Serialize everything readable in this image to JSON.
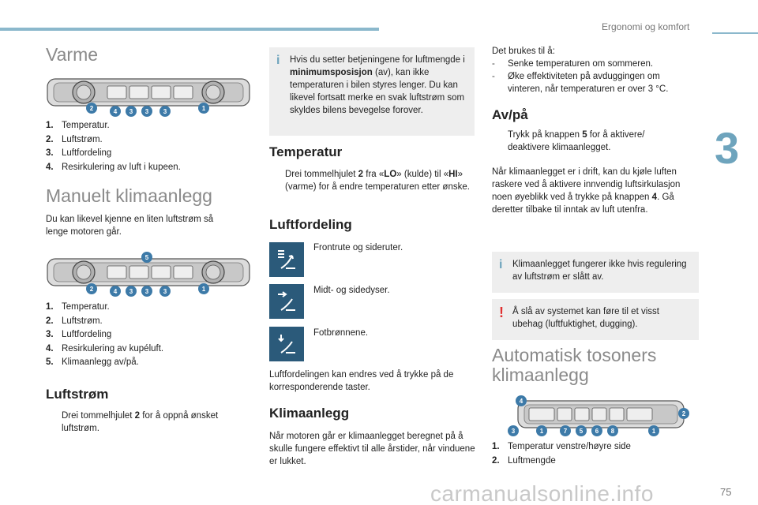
{
  "header": {
    "title": "Ergonomi og komfort",
    "chapter": "3",
    "page_number": "75"
  },
  "watermark": "carmanualsonline.info",
  "varme": {
    "heading": "Varme",
    "callouts": [
      "2",
      "4",
      "3",
      "3",
      "3",
      "1"
    ],
    "items": [
      {
        "num": "1.",
        "text": "Temperatur."
      },
      {
        "num": "2.",
        "text": "Luftstrøm."
      },
      {
        "num": "3.",
        "text": "Luftfordeling"
      },
      {
        "num": "4.",
        "text": "Resirkulering av luft i kupeen."
      }
    ]
  },
  "manuelt": {
    "heading": "Manuelt klimaanlegg",
    "intro": "Du kan likevel kjenne en liten luftstrøm så lenge motoren går.",
    "callouts": [
      "5",
      "2",
      "4",
      "3",
      "3",
      "3",
      "1"
    ],
    "items": [
      {
        "num": "1.",
        "text": "Temperatur."
      },
      {
        "num": "2.",
        "text": "Luftstrøm."
      },
      {
        "num": "3.",
        "text": "Luftfordeling"
      },
      {
        "num": "4.",
        "text": "Resirkulering av kupéluft."
      },
      {
        "num": "5.",
        "text": "Klimaanlegg av/på."
      }
    ]
  },
  "luftstrom": {
    "heading": "Luftstrøm",
    "bullet_mark": "",
    "text_a": "Drei tommelhjulet ",
    "text_b": "2",
    "text_c": " for å oppnå ønsket luftstrøm."
  },
  "info_min": {
    "icon": "i",
    "text_a": "Hvis du setter betjeningene for luftmengde i ",
    "text_b": "minimumsposisjon",
    "text_c": " (av), kan ikke temperaturen i bilen styres lenger. Du kan likevel fortsatt merke en svak luftstrøm som skyldes bilens bevegelse forover."
  },
  "temperatur": {
    "heading": "Temperatur",
    "bullet_mark": "",
    "t1": "Drei tommelhjulet ",
    "t2": "2",
    "t3": " fra «",
    "t4": "LO",
    "t5": "» (kulde) til «",
    "t6": "HI",
    "t7": "» (varme) for å endre temperaturen etter ønske."
  },
  "luftfordeling": {
    "heading": "Luftfordeling",
    "items": [
      {
        "icon": "windscreen-airflow-icon",
        "text": "Frontrute og sideruter."
      },
      {
        "icon": "face-vents-airflow-icon",
        "text": "Midt- og sidedyser."
      },
      {
        "icon": "footwell-airflow-icon",
        "text": "Fotbrønnene."
      }
    ],
    "footer": "Luftfordelingen kan endres ved å trykke på de korresponderende taster."
  },
  "klimaanlegg": {
    "heading": "Klimaanlegg",
    "text": "Når motoren går er klimaanlegget beregnet på å skulle fungere effektivt til alle årstider, når vinduene er lukket."
  },
  "brukes": {
    "intro": "Det brukes til å:",
    "items": [
      {
        "mark": "-",
        "text": "Senke temperaturen om sommeren."
      },
      {
        "mark": "-",
        "text": "Øke effektiviteten på avduggingen om vinteren, når temperaturen er over 3 °C."
      }
    ]
  },
  "avpa": {
    "heading": "Av/på",
    "bullet_mark": "",
    "t1": "Trykk på knappen ",
    "t2": "5",
    "t3": " for å aktivere/ deaktivere klimaanlegget.",
    "para_a": "Når klimaanlegget er i drift, kan du kjøle luften raskere ved å aktivere innvendig luftsirkulasjon noen øyeblikk ved å trykke på knappen ",
    "para_b": "4",
    "para_c": ". Gå deretter tilbake til inntak av luft utenfra."
  },
  "info_func": {
    "icon": "i",
    "text": "Klimaanlegget fungerer ikke hvis regulering av luftstrøm er slått av."
  },
  "warning": {
    "icon": "!",
    "text": "Å slå av systemet kan føre til et visst ubehag (luftfuktighet, dugging)."
  },
  "automatisk": {
    "heading": "Automatisk tosoners klimaanlegg",
    "callouts": [
      "4",
      "2",
      "3",
      "1",
      "7",
      "5",
      "6",
      "8",
      "1"
    ],
    "items": [
      {
        "num": "1.",
        "text": "Temperatur venstre/høyre side"
      },
      {
        "num": "2.",
        "text": "Luftmengde"
      }
    ]
  },
  "colors": {
    "accent": "#8bb8cc",
    "callout": "#3d7aa8",
    "icon_bg": "#2b5a7a",
    "warning": "#e03030"
  }
}
